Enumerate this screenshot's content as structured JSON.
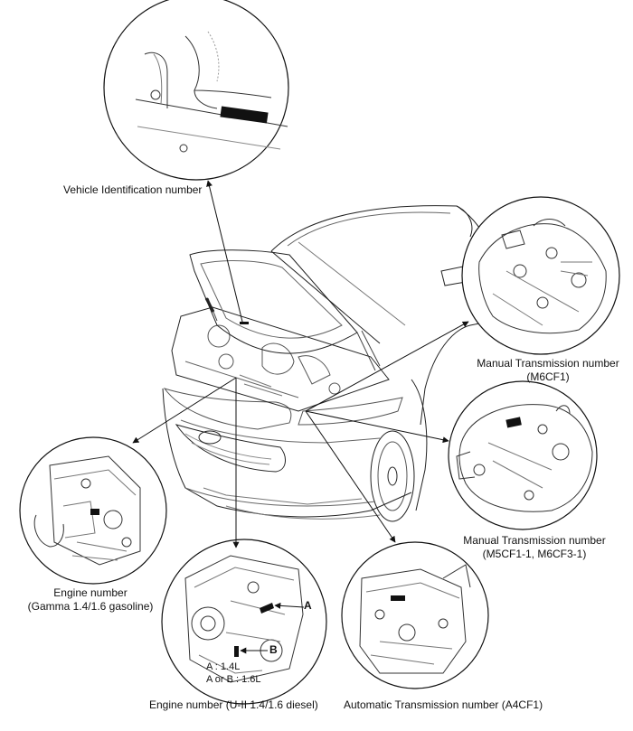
{
  "labels": {
    "vin": "Vehicle Identification number",
    "mt6_line1": "Manual Transmission number",
    "mt6_line2": "(M6CF1)",
    "mt5_line1": "Manual Transmission number",
    "mt5_line2": "(M5CF1-1, M6CF3-1)",
    "gamma_line1": "Engine number",
    "gamma_line2": "(Gamma 1.4/1.6 gasoline)",
    "uii_caption": "Engine number (U-II 1.4/1.6 diesel)",
    "at_caption": "Automatic Transmission number (A4CF1)",
    "marker_a": "A",
    "marker_b": "B",
    "legend_a": "A : 1.4L",
    "legend_ab": "A or B : 1.6L"
  }
}
